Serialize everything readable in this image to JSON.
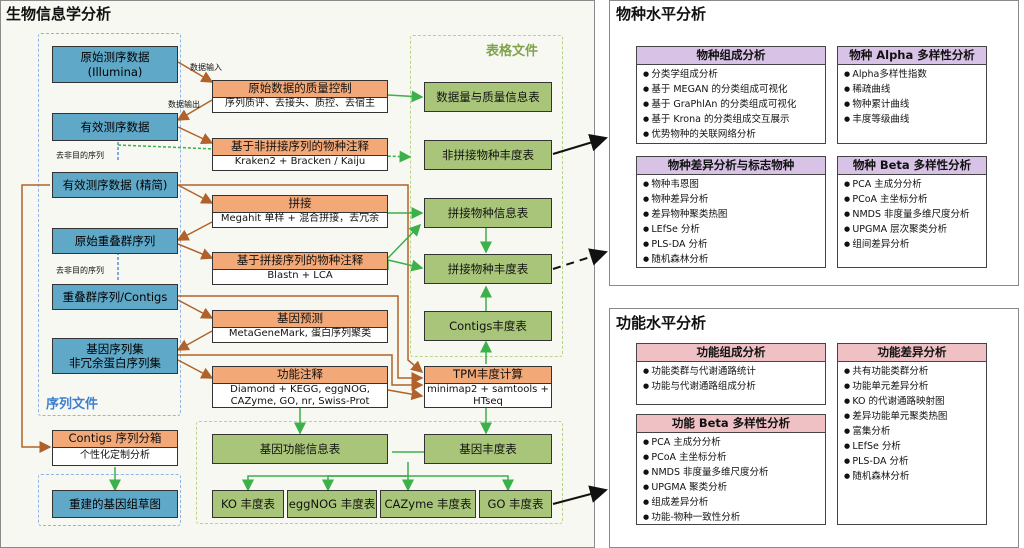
{
  "left": {
    "title": "生物信息学分析",
    "seq_label": "序列文件",
    "table_label": "表格文件",
    "seq_boxes": {
      "raw": [
        "原始测序数据",
        "(Illumina)"
      ],
      "clean": "有效测序数据",
      "clean_fine": "有效测序数据 (精简)",
      "overlap": "原始重叠群序列",
      "contigs": "重叠群序列/Contigs",
      "geneset": [
        "基因序列集",
        "非冗余蛋白序列集"
      ],
      "genome": "重建的基因组草图"
    },
    "proc_boxes": {
      "qc": {
        "title": "原始数据的质量控制",
        "sub": "序列质评、去接头、质控、去宿主"
      },
      "nonasm": {
        "title": "基于非拼接序列的物种注释",
        "sub": "Kraken2 + Bracken / Kaiju"
      },
      "assembly": {
        "title": "拼接",
        "sub": "Megahit 单样 + 混合拼接，去冗余"
      },
      "asm_annot": {
        "title": "基于拼接序列的物种注释",
        "sub": "Blastn + LCA"
      },
      "gene_pred": {
        "title": "基因预测",
        "sub": "MetaGeneMark, 蛋白序列聚类"
      },
      "func_annot": {
        "title": "功能注释",
        "sub": [
          "Diamond + KEGG, eggNOG,",
          "CAZyme, GO, nr, Swiss-Prot"
        ]
      },
      "tpm": {
        "title": "TPM丰度计算",
        "sub": [
          "minimap2 + samtools +",
          "HTseq"
        ]
      },
      "binning": {
        "title": "Contigs 序列分箱",
        "sub": "个性化定制分析"
      }
    },
    "tables": {
      "qc_table": "数据量与质量信息表",
      "nonasm_table": "非拼接物种丰度表",
      "asm_info": "拼接物种信息表",
      "asm_abund": "拼接物种丰度表",
      "contig_abund": "Contigs丰度表",
      "gene_func": "基因功能信息表",
      "gene_abund": "基因丰度表",
      "ko": "KO 丰度表",
      "eggnog": "eggNOG 丰度表",
      "cazyme": "CAZyme 丰度表",
      "go": "GO 丰度表"
    },
    "small_labels": {
      "data_in": "数据输入",
      "data_out": "数据输出",
      "remove1": "去非目的序列",
      "remove2": "去非目的序列"
    }
  },
  "species": {
    "title": "物种水平分析",
    "cards": {
      "composition": {
        "title": "物种组成分析",
        "items": [
          "分类学组成分析",
          "基于 MEGAN 的分类组成可视化",
          "基于 GraPhlAn 的分类组成可视化",
          "基于 Krona 的分类组成交互展示",
          "优势物种的关联网络分析"
        ]
      },
      "alpha": {
        "title": "物种 Alpha 多样性分析",
        "items": [
          "Alpha多样性指数",
          "稀疏曲线",
          "物种累计曲线",
          "丰度等级曲线"
        ]
      },
      "diff": {
        "title": "物种差异分析与标志物种",
        "items": [
          "物种韦恩图",
          "物种差异分析",
          "差异物种聚类热图",
          "LEfSe 分析",
          "PLS-DA 分析",
          "随机森林分析"
        ]
      },
      "beta": {
        "title": "物种 Beta 多样性分析",
        "items": [
          "PCA 主成分分析",
          "PCoA 主坐标分析",
          "NMDS 非度量多维尺度分析",
          "UPGMA 层次聚类分析",
          "组间差异分析"
        ]
      }
    }
  },
  "function": {
    "title": "功能水平分析",
    "cards": {
      "composition": {
        "title": "功能组成分析",
        "items": [
          "功能类群与代谢通路统计",
          "功能与代谢通路组成分析"
        ]
      },
      "diff": {
        "title": "功能差异分析",
        "items": [
          "共有功能类群分析",
          "功能单元差异分析",
          "KO 的代谢通路映射图",
          "差异功能单元聚类热图",
          "富集分析",
          "LEfSe 分析",
          "PLS-DA 分析",
          "随机森林分析"
        ]
      },
      "beta": {
        "title": "功能 Beta 多样性分析",
        "items": [
          "PCA 主成分分析",
          "PCoA 主坐标分析",
          "NMDS 非度量多维尺度分析",
          "UPGMA 聚类分析",
          "组成差异分析",
          "功能-物种一致性分析"
        ]
      }
    }
  },
  "colors": {
    "seq": "#5fa8c8",
    "proc_title": "#f2a877",
    "table": "#a9c57a",
    "purple": "#d8c2e6",
    "pink": "#efc0c4",
    "brown_line": "#b0622a",
    "green_line": "#3cb04a",
    "blue_line": "#3d7fd0"
  }
}
